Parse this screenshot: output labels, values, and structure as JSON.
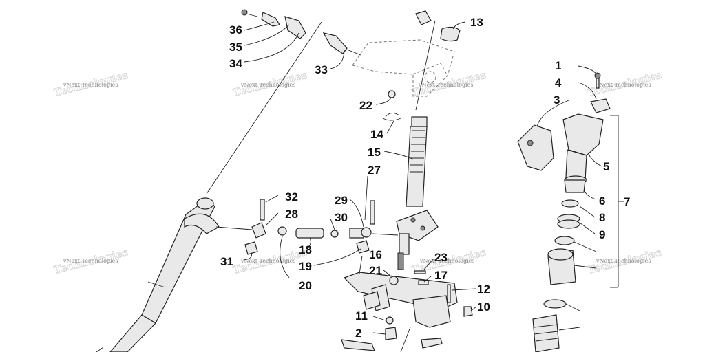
{
  "diagram": {
    "labels": [
      "36",
      "35",
      "34",
      "33",
      "13",
      "22",
      "14",
      "15",
      "27",
      "32",
      "28",
      "29",
      "30",
      "18",
      "31",
      "19",
      "20",
      "16",
      "21",
      "23",
      "17",
      "12",
      "10",
      "11",
      "2",
      "3",
      "1",
      "4",
      "5",
      "6",
      "7",
      "8",
      "9"
    ],
    "watermark": "vNext Technologies"
  }
}
